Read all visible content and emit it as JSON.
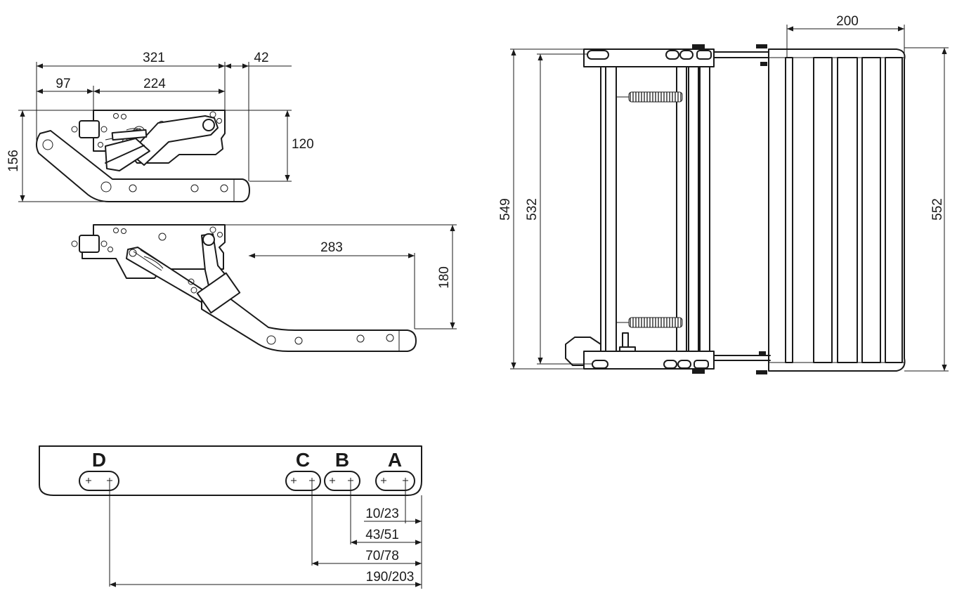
{
  "dimensions": {
    "top_overall_width": "321",
    "top_left_offset": "97",
    "top_inner_width": "224",
    "top_step_offset": "42",
    "top_total_height": "156",
    "top_body_height": "120",
    "bottom_extension": "283",
    "bottom_height": "180",
    "front_width": "200",
    "front_outer_height": "549",
    "front_inner_height": "532",
    "front_right_height": "552",
    "pos_a": "10/23",
    "pos_b": "43/51",
    "pos_c": "70/78",
    "pos_d": "190/203"
  },
  "positions": {
    "a": "A",
    "b": "B",
    "c": "C",
    "d": "D"
  }
}
